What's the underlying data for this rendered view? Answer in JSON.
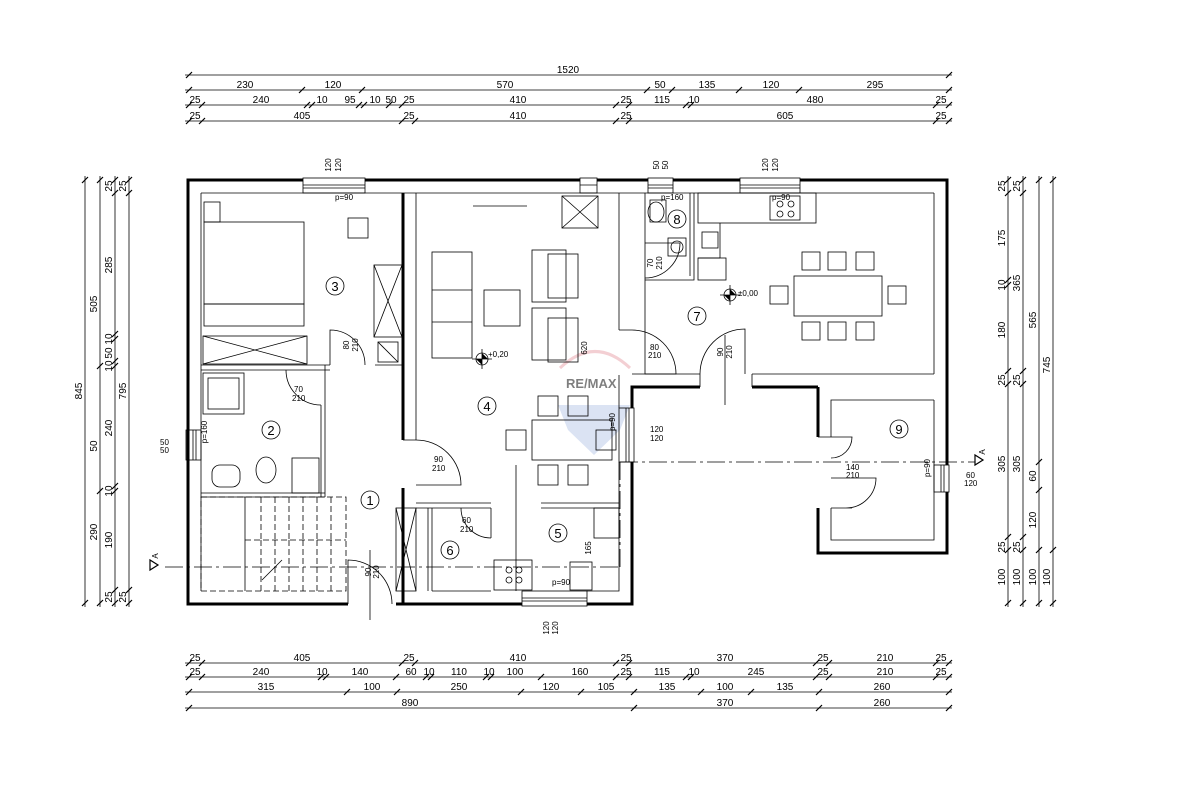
{
  "watermark": "RE/MAX",
  "dims_top": [
    [
      "1520"
    ],
    [
      "230",
      "120",
      "570",
      "50",
      "135",
      "120",
      "295"
    ],
    [
      "25",
      "240",
      "10",
      "95",
      "10",
      "50",
      "25",
      "410",
      "25",
      "115",
      "10",
      "480",
      "25"
    ],
    [
      "25",
      "405",
      "25",
      "410",
      "25",
      "605",
      "25"
    ]
  ],
  "dims_bottom": [
    [
      "25",
      "405",
      "25",
      "410",
      "25",
      "370",
      "25",
      "210",
      "25"
    ],
    [
      "25",
      "240",
      "10",
      "140",
      "60",
      "10",
      "110",
      "10",
      "100",
      "160",
      "25",
      "115",
      "10",
      "245",
      "25",
      "210",
      "25"
    ],
    [
      "315",
      "100",
      "250",
      "120",
      "105",
      "135",
      "100",
      "135",
      "260"
    ],
    [
      "890",
      "370",
      "260"
    ]
  ],
  "dims_left": [
    [
      "845"
    ],
    [
      "505",
      "50",
      "290"
    ],
    [
      "25",
      "285",
      "10",
      "50",
      "10",
      "240",
      "10",
      "190",
      "25"
    ],
    [
      "25",
      "795",
      "25"
    ]
  ],
  "dims_right": [
    [
      "25",
      "175",
      "10",
      "180",
      "25",
      "305",
      "25",
      "100"
    ],
    [
      "25",
      "365",
      "25",
      "305",
      "25",
      "100"
    ],
    [
      "565",
      "60",
      "120",
      "100"
    ],
    [
      "745",
      "100"
    ]
  ],
  "rooms": [
    "1",
    "2",
    "3",
    "4",
    "5",
    "6",
    "7",
    "8",
    "9"
  ],
  "openings": {
    "w3": [
      "120",
      "120"
    ],
    "w8": [
      "50",
      "50"
    ],
    "w7": [
      "120",
      "120"
    ],
    "w5": [
      "120",
      "120"
    ],
    "ws4a": [
      "120",
      "120"
    ],
    "ws2": [
      "50",
      "50"
    ],
    "ws9": [
      "60",
      "120"
    ],
    "d3": [
      "80",
      "210"
    ],
    "d2": [
      "70",
      "210"
    ],
    "d4": [
      "90",
      "210"
    ],
    "dent": [
      "90",
      "210"
    ],
    "d6": [
      "60",
      "210"
    ],
    "d8": [
      "70",
      "210"
    ],
    "d47": [
      "80",
      "210"
    ],
    "d7": [
      "90",
      "210"
    ],
    "d9": [
      "140",
      "210"
    ],
    "win4b": [
      "620"
    ],
    "d5": [
      "165"
    ]
  },
  "sill_heights": [
    "p=90",
    "p=160",
    "p=90",
    "p=160",
    "p=90",
    "p=90",
    "p=90"
  ],
  "levels": [
    "+0,20",
    "±0,00"
  ],
  "section_marks": [
    "A",
    "A"
  ]
}
